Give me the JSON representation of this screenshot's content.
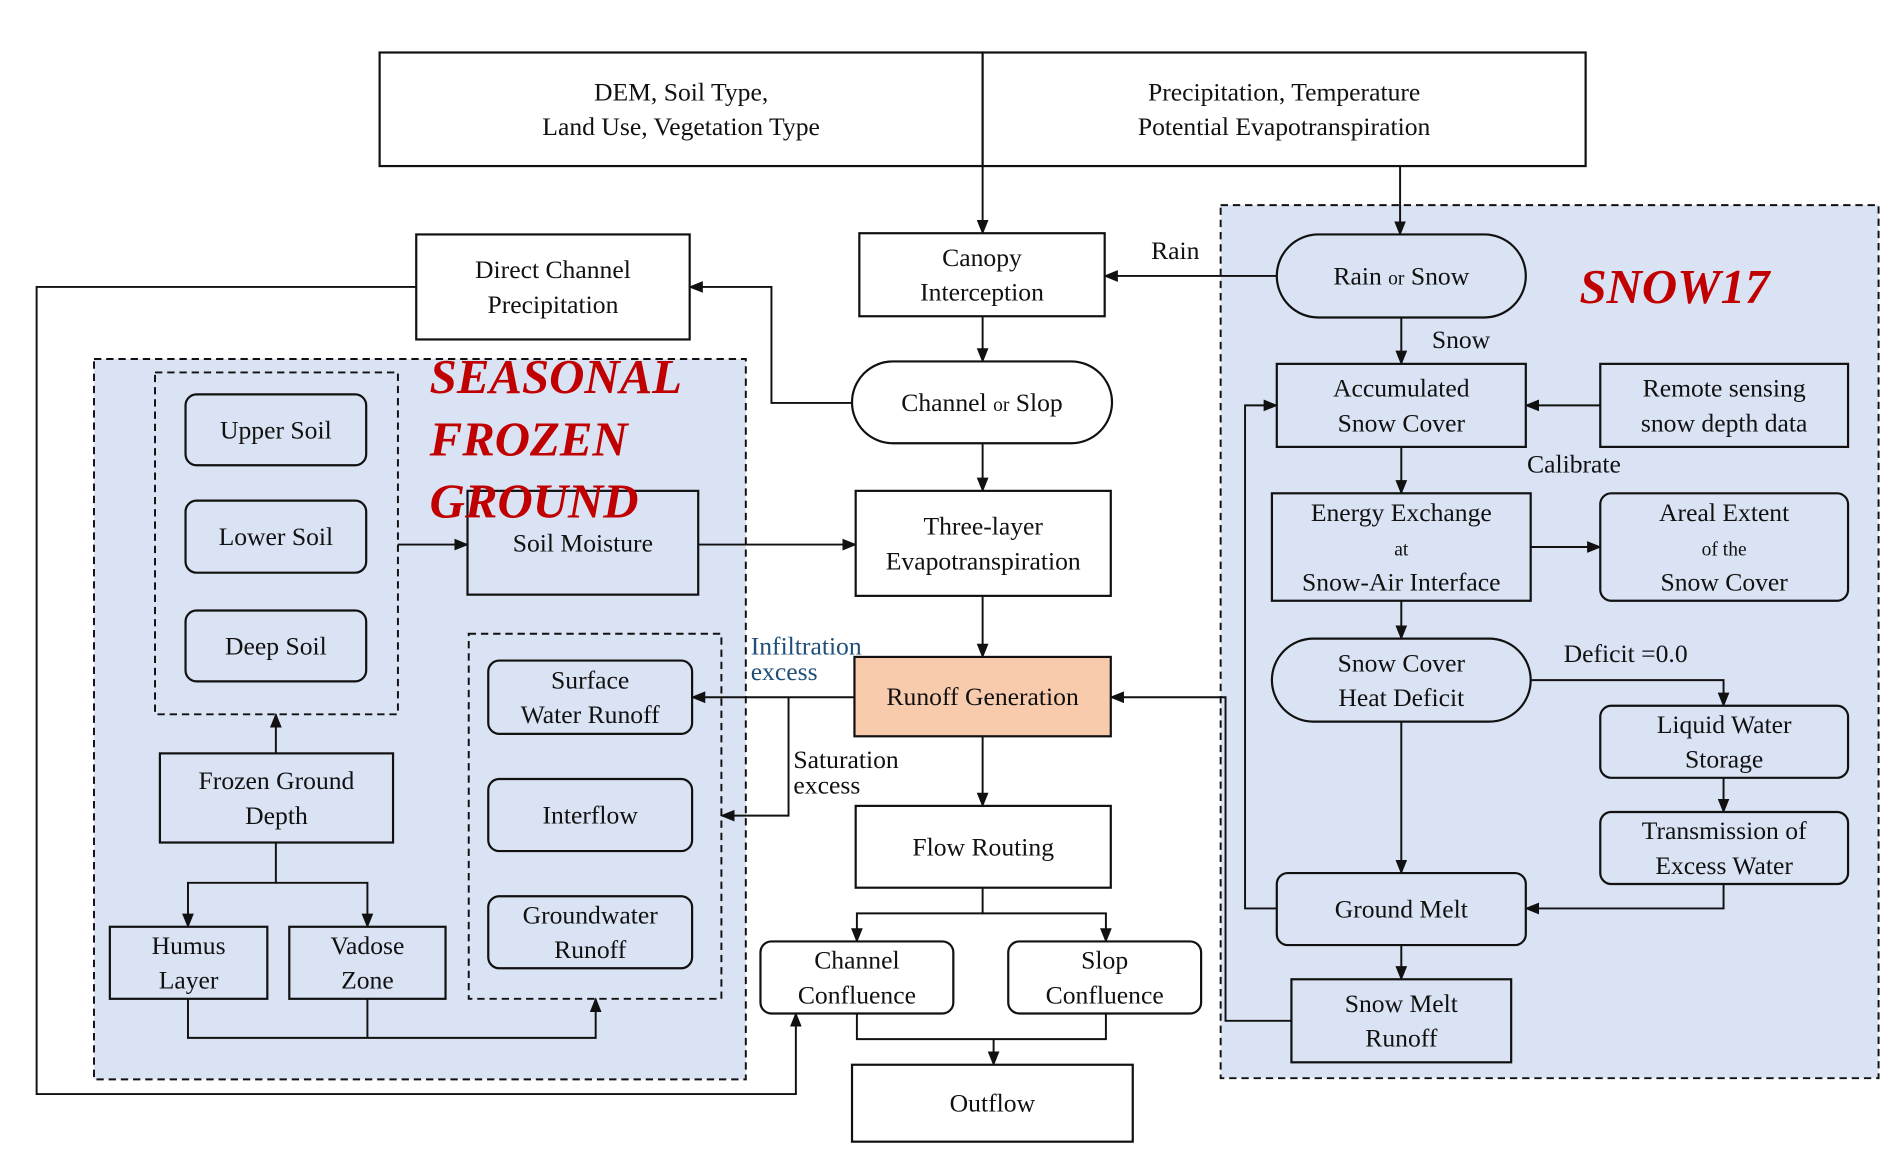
{
  "diagram": {
    "colors": {
      "region_fill": "#dae3f3",
      "highlight_fill": "#f8cbad",
      "title_red": "#c00000",
      "infiltration_blue": "#1f4e79"
    },
    "regions": {
      "seasonal_frozen_ground": {
        "title_lines": [
          "SEASONAL",
          "FROZEN",
          "GROUND"
        ]
      },
      "snow17": {
        "title_lines": [
          "SNOW17"
        ]
      }
    },
    "nodes": {
      "static_inputs": {
        "lines": [
          "DEM, Soil Type,",
          "Land Use, Vegetation Type"
        ]
      },
      "meteo_inputs": {
        "lines": [
          "Precipitation, Temperature",
          "Potential Evapotranspiration"
        ]
      },
      "canopy_interception": {
        "lines": [
          "Canopy",
          "Interception"
        ]
      },
      "direct_channel_precipitation": {
        "lines": [
          "Direct Channel",
          "Precipitation"
        ]
      },
      "channel_or_slop": {
        "lines": [
          "Channel {or} Slop"
        ]
      },
      "three_layer_evapotranspiration": {
        "lines": [
          "Three-layer",
          "Evapotranspiration"
        ]
      },
      "runoff_generation": {
        "lines": [
          "Runoff Generation"
        ]
      },
      "flow_routing": {
        "lines": [
          "Flow Routing"
        ]
      },
      "channel_confluence": {
        "lines": [
          "Channel",
          "Confluence"
        ]
      },
      "slop_confluence": {
        "lines": [
          "Slop",
          "Confluence"
        ]
      },
      "outflow": {
        "lines": [
          "Outflow"
        ]
      },
      "upper_soil": {
        "lines": [
          "Upper Soil"
        ]
      },
      "lower_soil": {
        "lines": [
          "Lower Soil"
        ]
      },
      "deep_soil": {
        "lines": [
          "Deep Soil"
        ]
      },
      "soil_moisture": {
        "lines": [
          "Soil Moisture"
        ]
      },
      "frozen_ground_depth": {
        "lines": [
          "Frozen Ground",
          "Depth"
        ]
      },
      "humus_layer": {
        "lines": [
          "Humus",
          "Layer"
        ]
      },
      "vadose_zone": {
        "lines": [
          "Vadose",
          "Zone"
        ]
      },
      "surface_water_runoff": {
        "lines": [
          "Surface",
          "Water Runoff"
        ]
      },
      "interflow": {
        "lines": [
          "Interflow"
        ]
      },
      "groundwater_runoff": {
        "lines": [
          "Groundwater",
          "Runoff"
        ]
      },
      "rain_or_snow": {
        "lines": [
          "Rain {or} Snow"
        ]
      },
      "accumulated_snow_cover": {
        "lines": [
          "Accumulated",
          "Snow Cover"
        ]
      },
      "remote_sensing_snow_depth": {
        "lines": [
          "Remote sensing",
          "snow depth data"
        ]
      },
      "energy_exchange": {
        "lines": [
          "Energy Exchange",
          "{at}",
          "Snow-Air Interface"
        ]
      },
      "areal_extent_snow_cover": {
        "lines": [
          "Areal Extent",
          "{of the}",
          "Snow Cover"
        ]
      },
      "snow_cover_heat_deficit": {
        "lines": [
          "Snow Cover",
          "Heat Deficit"
        ]
      },
      "liquid_water_storage": {
        "lines": [
          "Liquid Water",
          "Storage"
        ]
      },
      "transmission_excess_water": {
        "lines": [
          "Transmission of",
          "Excess Water"
        ]
      },
      "ground_melt": {
        "lines": [
          "Ground Melt"
        ]
      },
      "snow_melt_runoff": {
        "lines": [
          "Snow Melt",
          "Runoff"
        ]
      }
    },
    "edge_labels": {
      "rain": "Rain",
      "snow": "Snow",
      "calibrate": "Calibrate",
      "deficit_zero": "Deficit =0.0",
      "infiltration_excess": [
        "Infiltration",
        "excess"
      ],
      "saturation_excess": [
        "Saturation",
        "excess"
      ]
    }
  }
}
